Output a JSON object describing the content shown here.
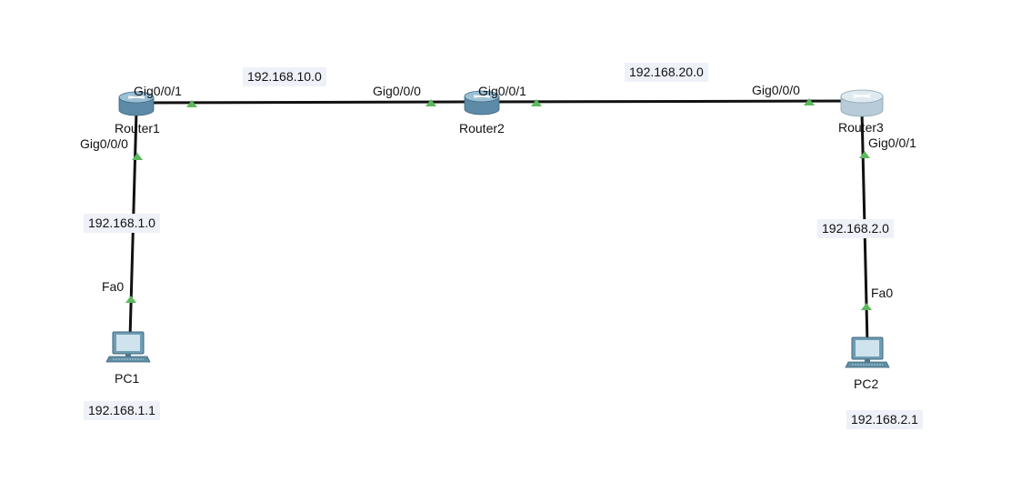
{
  "devices": {
    "router1": {
      "name": "Router1",
      "type": "router"
    },
    "router2": {
      "name": "Router2",
      "type": "router"
    },
    "router3": {
      "name": "Router3",
      "type": "router"
    },
    "pc1": {
      "name": "PC1",
      "type": "pc",
      "ip": "192.168.1.1"
    },
    "pc2": {
      "name": "PC2",
      "type": "pc",
      "ip": "192.168.2.1"
    }
  },
  "links": {
    "r1_r2": {
      "network": "192.168.10.0",
      "port_a": "Gig0/0/1",
      "port_b": "Gig0/0/0"
    },
    "r2_r3": {
      "network": "192.168.20.0",
      "port_a": "Gig0/0/1",
      "port_b": "Gig0/0/0"
    },
    "pc1_r1": {
      "network": "192.168.1.0",
      "port_pc": "Fa0",
      "port_router": "Gig0/0/0"
    },
    "pc2_r3": {
      "network": "192.168.2.0",
      "port_pc": "Fa0",
      "port_router": "Gig0/0/1"
    }
  },
  "colors": {
    "link": "#111111",
    "link_up_indicator": "#5cb85c",
    "router_body": "#7fa9c2",
    "router3_body": "#c9d8e2",
    "pc_body": "#6f9db3",
    "label_background": "#eef1f8"
  },
  "icons": {
    "router": "router-icon",
    "pc": "pc-icon",
    "link_status": "triangle-up-icon"
  }
}
